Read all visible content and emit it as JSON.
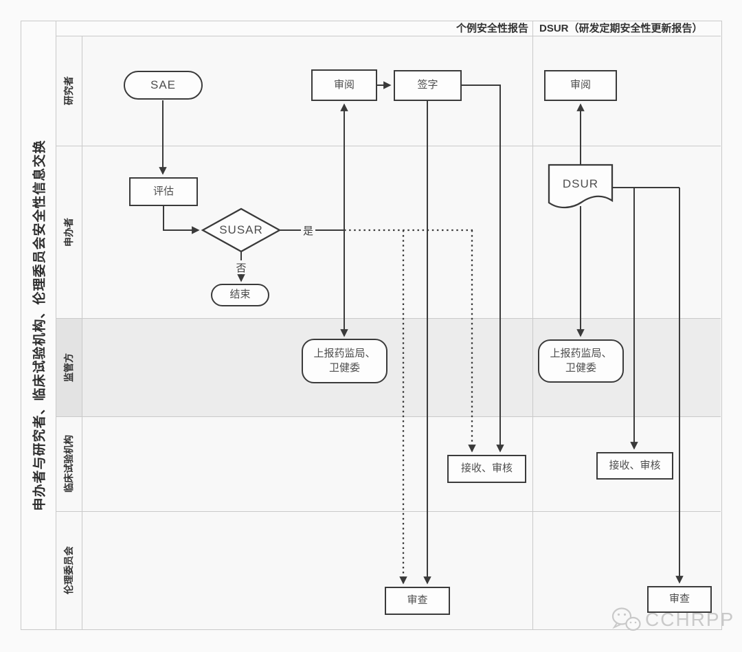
{
  "title": "申办者与研究者、临床试验机构、伦理委员会安全性信息交换",
  "header": {
    "left_label": "个例安全性报告",
    "right_label": "DSUR（研发定期安全性更新报告）"
  },
  "lanes": [
    {
      "label": "研究者"
    },
    {
      "label": "申办者"
    },
    {
      "label": "监管方",
      "highlighted": true
    },
    {
      "label": "临床试验机构"
    },
    {
      "label": "伦理委员会"
    }
  ],
  "nodes": {
    "sae": {
      "label": "SAE",
      "lane": "研究者",
      "type": "start"
    },
    "pinggu": {
      "label": "评估",
      "lane": "申办者",
      "type": "process"
    },
    "susar": {
      "label": "SUSAR",
      "lane": "申办者",
      "type": "decision"
    },
    "jieshu": {
      "label": "结束",
      "lane": "申办者",
      "type": "end"
    },
    "shenyue_left": {
      "label": "审阅",
      "lane": "研究者",
      "type": "process"
    },
    "qianzi": {
      "label": "签字",
      "lane": "研究者",
      "type": "process"
    },
    "shangbao_left": {
      "label": "上报药监局、\n卫健委",
      "lane": "监管方",
      "type": "terminator"
    },
    "jieshou_left": {
      "label": "接收、审核",
      "lane": "临床试验机构",
      "type": "process"
    },
    "shencha_left": {
      "label": "审查",
      "lane": "伦理委员会",
      "type": "process"
    },
    "shenyue_right": {
      "label": "审阅",
      "lane": "研究者",
      "type": "process"
    },
    "dsur": {
      "label": "DSUR",
      "lane": "申办者",
      "type": "document"
    },
    "shangbao_right": {
      "label": "上报药监局、\n卫健委",
      "lane": "监管方",
      "type": "terminator"
    },
    "jieshou_right": {
      "label": "接收、审核",
      "lane": "临床试验机构",
      "type": "process"
    },
    "shencha_right": {
      "label": "审查",
      "lane": "伦理委员会",
      "type": "process"
    }
  },
  "edge_labels": {
    "yes": "是",
    "no": "否"
  },
  "edges": [
    {
      "from": "sae",
      "to": "pinggu",
      "style": "solid"
    },
    {
      "from": "pinggu",
      "to": "susar",
      "style": "solid"
    },
    {
      "from": "susar",
      "to": "jieshu",
      "style": "solid",
      "label": "否"
    },
    {
      "from": "susar",
      "to": "shenyue_left",
      "style": "solid",
      "label": "是"
    },
    {
      "from": "susar",
      "to": "shangbao_left",
      "style": "solid",
      "label": "是"
    },
    {
      "from": "susar",
      "to": "shencha_left",
      "style": "dashed"
    },
    {
      "from": "susar",
      "to": "jieshou_left",
      "style": "dashed"
    },
    {
      "from": "shenyue_left",
      "to": "qianzi",
      "style": "solid"
    },
    {
      "from": "qianzi",
      "to": "shencha_left",
      "style": "solid"
    },
    {
      "from": "qianzi",
      "to": "jieshou_left",
      "style": "solid"
    },
    {
      "from": "dsur",
      "to": "shenyue_right",
      "style": "solid"
    },
    {
      "from": "dsur",
      "to": "shangbao_right",
      "style": "solid"
    },
    {
      "from": "dsur",
      "to": "jieshou_right",
      "style": "solid"
    },
    {
      "from": "dsur",
      "to": "shencha_right",
      "style": "solid"
    }
  ],
  "watermark": {
    "text": "CCHRPP"
  },
  "colors": {
    "page_bg": "#fafafa",
    "lane_bg": "#f8f8f8",
    "highlight_lane_bg": "#ececec",
    "grid_line": "#c9c9c9",
    "shape_border": "#3a3a3a",
    "node_text": "#4d4d4d"
  }
}
